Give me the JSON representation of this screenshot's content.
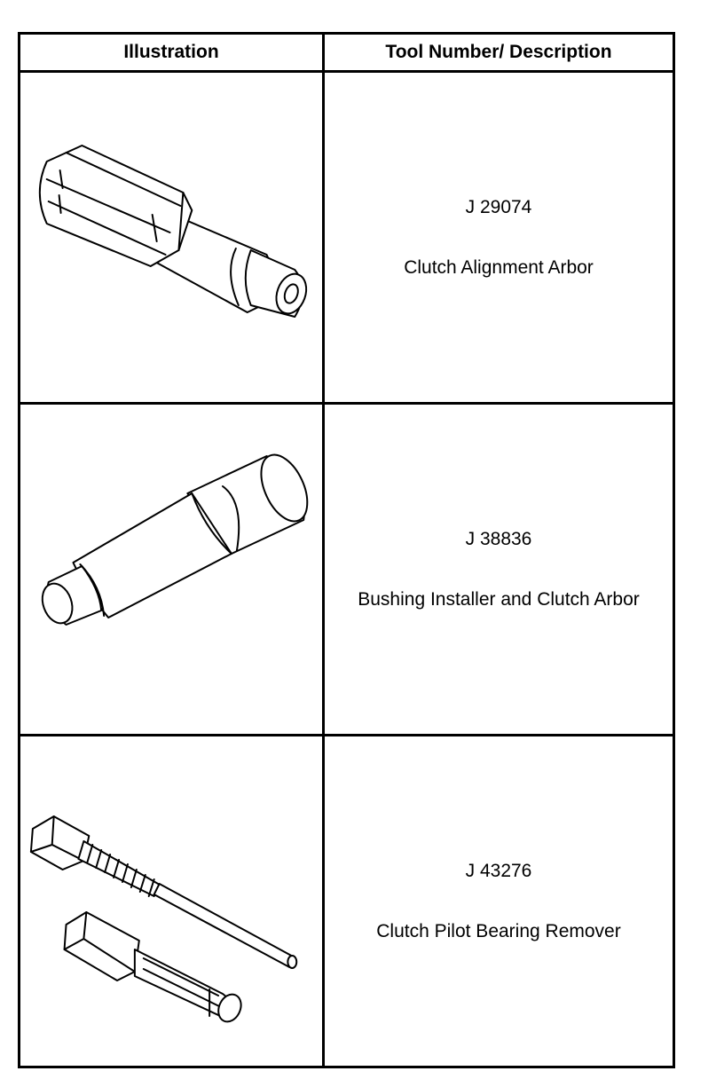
{
  "table": {
    "headers": {
      "illustration": "Illustration",
      "description": "Tool Number/ Description"
    },
    "rows": [
      {
        "tool_number": "J 29074",
        "description": "Clutch Alignment Arbor",
        "illustration_icon": "clutch-alignment-arbor-icon"
      },
      {
        "tool_number": "J 38836",
        "description": "Bushing Installer and Clutch Arbor",
        "illustration_icon": "bushing-installer-clutch-arbor-icon"
      },
      {
        "tool_number": "J 43276",
        "description": "Clutch Pilot Bearing Remover",
        "illustration_icon": "clutch-pilot-bearing-remover-icon"
      }
    ]
  }
}
